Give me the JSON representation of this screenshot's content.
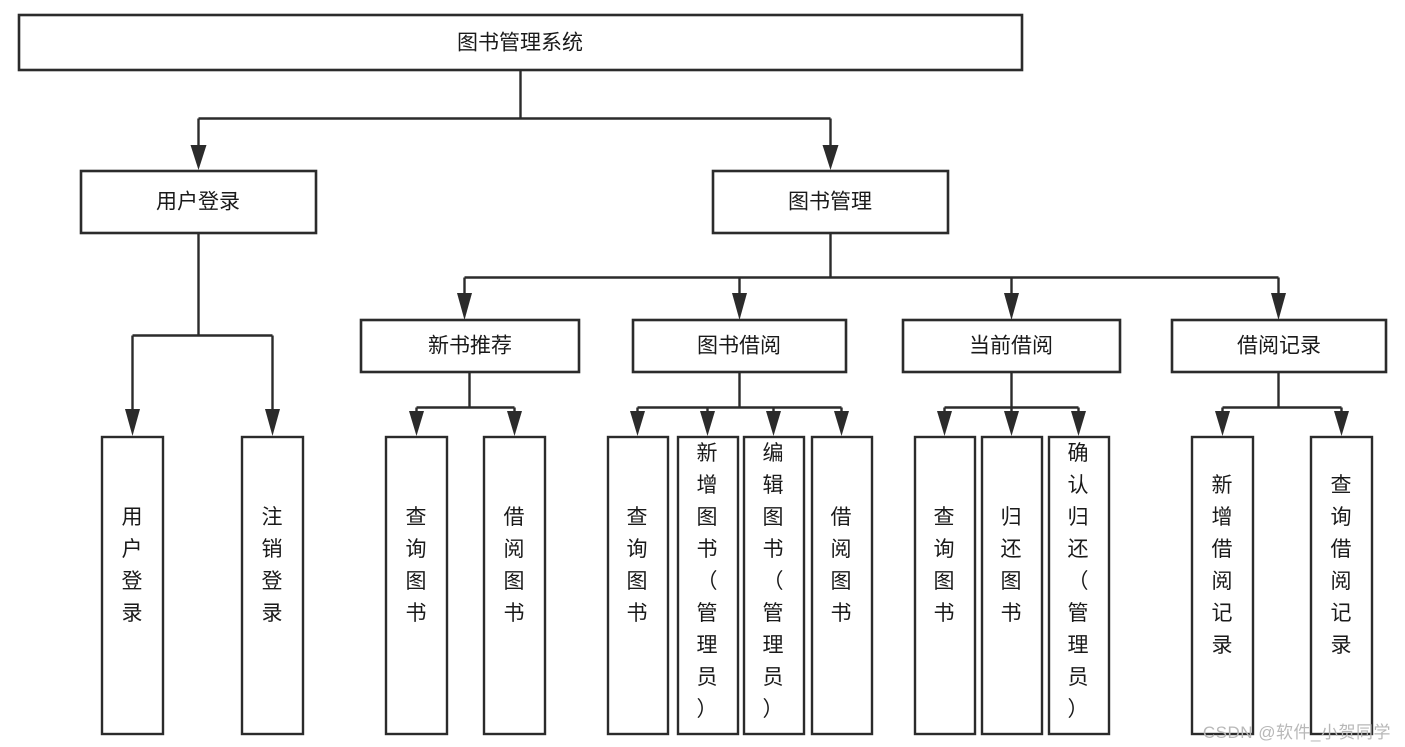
{
  "diagram": {
    "type": "tree-hierarchy",
    "title": "图书管理系统",
    "orientation": "top-down",
    "colors": {
      "box_stroke": "#2b2b2b",
      "box_fill": "#ffffff",
      "text": "#1a1a1a",
      "background": "#ffffff",
      "watermark": "#b8b8b8"
    },
    "levels": {
      "level1": [
        {
          "id": "root",
          "label": "图书管理系统"
        }
      ],
      "level2": [
        {
          "id": "user-login",
          "label": "用户登录",
          "parent": "root"
        },
        {
          "id": "book-manage",
          "label": "图书管理",
          "parent": "root"
        }
      ],
      "level3": [
        {
          "id": "new-book-rec",
          "label": "新书推荐",
          "parent": "book-manage"
        },
        {
          "id": "book-borrow",
          "label": "图书借阅",
          "parent": "book-manage"
        },
        {
          "id": "current-borrow",
          "label": "当前借阅",
          "parent": "book-manage"
        },
        {
          "id": "borrow-record",
          "label": "借阅记录",
          "parent": "book-manage"
        }
      ],
      "leaves": [
        {
          "id": "leaf-user-login",
          "label": "用户登录",
          "parent": "user-login"
        },
        {
          "id": "leaf-user-logout",
          "label": "注销登录",
          "parent": "user-login"
        },
        {
          "id": "leaf-query-book-rec",
          "label": "查询图书",
          "parent": "new-book-rec"
        },
        {
          "id": "leaf-borrow-book-rec",
          "label": "借阅图书",
          "parent": "new-book-rec"
        },
        {
          "id": "leaf-query-book-borrow",
          "label": "查询图书",
          "parent": "book-borrow"
        },
        {
          "id": "leaf-add-book",
          "label": "新增图书（管理员）",
          "parent": "book-borrow"
        },
        {
          "id": "leaf-edit-book",
          "label": "编辑图书（管理员）",
          "parent": "book-borrow"
        },
        {
          "id": "leaf-borrow-book",
          "label": "借阅图书",
          "parent": "book-borrow"
        },
        {
          "id": "leaf-query-book-current",
          "label": "查询图书",
          "parent": "current-borrow"
        },
        {
          "id": "leaf-return-book",
          "label": "归还图书",
          "parent": "current-borrow"
        },
        {
          "id": "leaf-confirm-return",
          "label": "确认归还（管理员）",
          "parent": "current-borrow"
        },
        {
          "id": "leaf-add-record",
          "label": "新增借阅记录",
          "parent": "borrow-record"
        },
        {
          "id": "leaf-query-record",
          "label": "查询借阅记录",
          "parent": "borrow-record"
        }
      ]
    }
  },
  "watermark": {
    "text": "CSDN @软件_小贺同学"
  }
}
